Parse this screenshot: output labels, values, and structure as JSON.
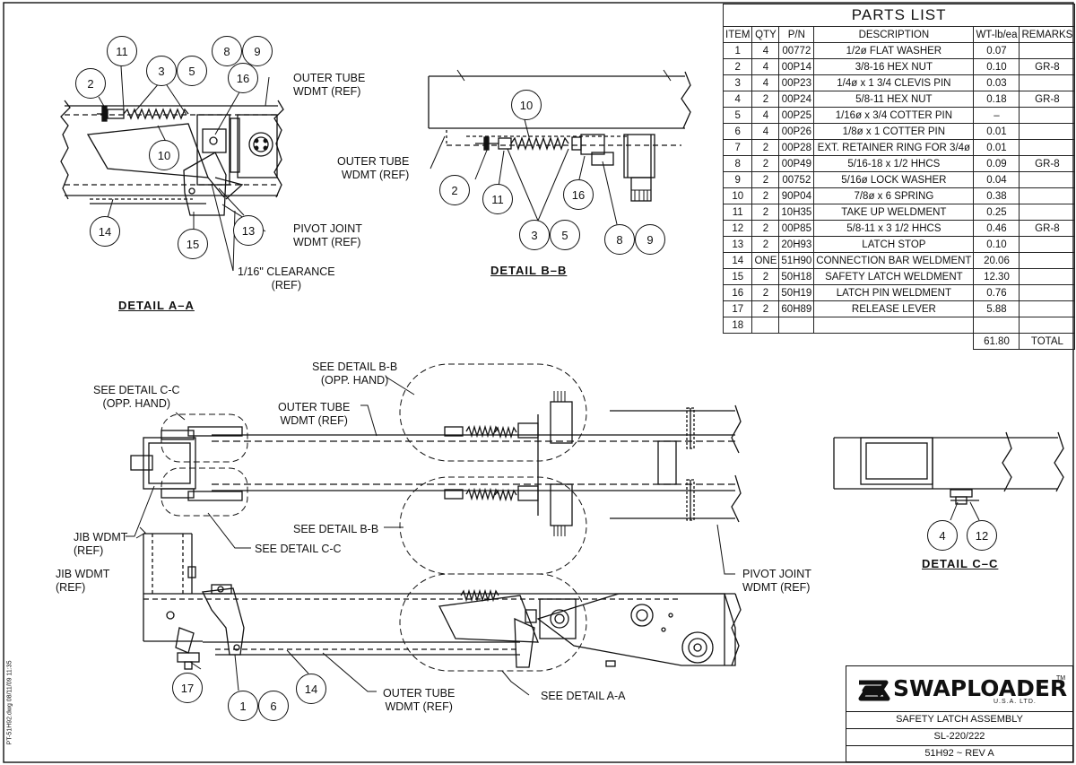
{
  "parts_list": {
    "title": "PARTS LIST",
    "headers": [
      "ITEM",
      "QTY",
      "P/N",
      "DESCRIPTION",
      "WT-lb/ea",
      "REMARKS"
    ],
    "rows": [
      [
        "1",
        "4",
        "00772",
        "1/2ø FLAT WASHER",
        "0.07",
        ""
      ],
      [
        "2",
        "4",
        "00P14",
        "3/8-16 HEX NUT",
        "0.10",
        "GR-8"
      ],
      [
        "3",
        "4",
        "00P23",
        "1/4ø x 1 3/4 CLEVIS PIN",
        "0.03",
        ""
      ],
      [
        "4",
        "2",
        "00P24",
        "5/8-11 HEX NUT",
        "0.18",
        "GR-8"
      ],
      [
        "5",
        "4",
        "00P25",
        "1/16ø x 3/4 COTTER PIN",
        "–",
        ""
      ],
      [
        "6",
        "4",
        "00P26",
        "1/8ø x 1 COTTER PIN",
        "0.01",
        ""
      ],
      [
        "7",
        "2",
        "00P28",
        "EXT. RETAINER RING FOR 3/4ø",
        "0.01",
        ""
      ],
      [
        "8",
        "2",
        "00P49",
        "5/16-18 x 1/2 HHCS",
        "0.09",
        "GR-8"
      ],
      [
        "9",
        "2",
        "00752",
        "5/16ø LOCK WASHER",
        "0.04",
        ""
      ],
      [
        "10",
        "2",
        "90P04",
        "7/8ø x 6 SPRING",
        "0.38",
        ""
      ],
      [
        "11",
        "2",
        "10H35",
        "TAKE UP WELDMENT",
        "0.25",
        ""
      ],
      [
        "12",
        "2",
        "00P85",
        "5/8-11 x 3 1/2 HHCS",
        "0.46",
        "GR-8"
      ],
      [
        "13",
        "2",
        "20H93",
        "LATCH STOP",
        "0.10",
        ""
      ],
      [
        "14",
        "ONE",
        "51H90",
        "CONNECTION BAR WELDMENT",
        "20.06",
        ""
      ],
      [
        "15",
        "2",
        "50H18",
        "SAFETY LATCH WELDMENT",
        "12.30",
        ""
      ],
      [
        "16",
        "2",
        "50H19",
        "LATCH PIN WELDMENT",
        "0.76",
        ""
      ],
      [
        "17",
        "2",
        "60H89",
        "RELEASE LEVER",
        "5.88",
        ""
      ],
      [
        "18",
        "",
        "",
        "",
        "",
        ""
      ]
    ],
    "total_weight": "61.80",
    "total_label": "TOTAL"
  },
  "detail_titles": {
    "a": "DETAIL A–A",
    "b": "DETAIL B–B",
    "c": "DETAIL C–C"
  },
  "callouts": {
    "outer_tube_a": "OUTER TUBE\nWDMT (REF)",
    "pivot_joint_a": "PIVOT JOINT\nWDMT (REF)",
    "clearance": "1/16\" CLEARANCE\n(REF)",
    "outer_tube_b": "OUTER TUBE\nWDMT (REF)",
    "see_bb_top": "SEE DETAIL B-B\n(OPP. HAND)",
    "see_cc_top": "SEE DETAIL C-C\n(OPP. HAND)",
    "outer_tube_main": "OUTER TUBE\nWDMT (REF)",
    "jib_wdmt_1": "JIB WDMT\n(REF)",
    "jib_wdmt_2": "JIB WDMT\n(REF)",
    "see_bb_mid": "SEE DETAIL B-B",
    "see_cc_mid": "SEE DETAIL C-C",
    "pivot_joint_main": "PIVOT JOINT\nWDMT (REF)",
    "outer_tube_bottom": "OUTER TUBE\nWDMT (REF)",
    "see_aa": "SEE DETAIL A-A"
  },
  "balloons": {
    "a": [
      "11",
      "3",
      "5",
      "8",
      "9",
      "2",
      "16",
      "10",
      "14",
      "15",
      "13"
    ],
    "b": [
      "10",
      "2",
      "11",
      "16",
      "3",
      "5",
      "8",
      "9"
    ],
    "c": [
      "4",
      "12"
    ],
    "main": [
      "17",
      "1",
      "6",
      "14"
    ]
  },
  "title_block": {
    "brand": "SWAPLOADER",
    "brand_sub": "U.S.A.   LTD.",
    "trademark": "TM",
    "name": "SAFETY LATCH ASSEMBLY",
    "model": "SL-220/222",
    "drawing": "51H92 ~ REV A"
  },
  "side_stamp": "PT-51H92.dwg   08/11/09  11:35"
}
